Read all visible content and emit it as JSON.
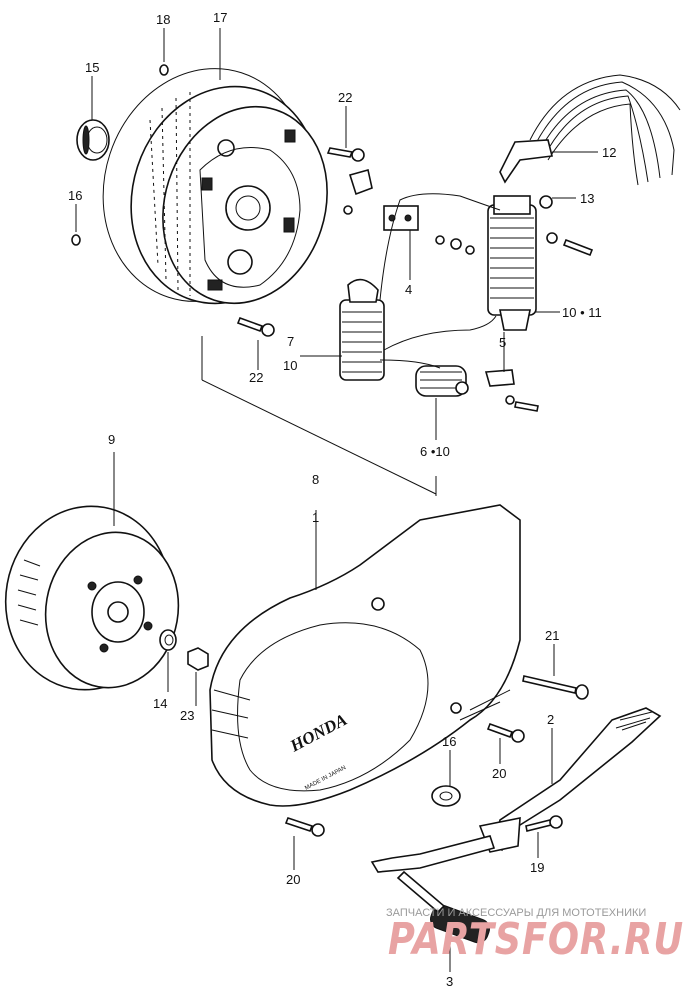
{
  "callouts": {
    "p1": "1",
    "p2": "2",
    "p3": "3",
    "p4": "4",
    "p5": "5",
    "p6": "6 •10",
    "p7": "7",
    "p7b": "10",
    "p8": "8",
    "p9": "9",
    "p10": "10 • 11",
    "p12": "12",
    "p13": "13",
    "p14": "14",
    "p15": "15",
    "p16a": "16",
    "p16b": "16",
    "p17": "17",
    "p18": "18",
    "p19": "19",
    "p20a": "20",
    "p20b": "20",
    "p21": "21",
    "p22a": "22",
    "p22b": "22",
    "p23": "23"
  },
  "cover": {
    "brand": "HONDA",
    "made_in": "MADE IN JAPAN"
  },
  "watermark": {
    "tagline": "ЗАПЧАСТИ И АКСЕССУАРЫ ДЛЯ МОТОТЕХНИКИ",
    "logo": "PARTSFOR.RU"
  },
  "colors": {
    "ink": "#111111",
    "watermark_logo": "#e8a3a3",
    "watermark_text": "#9a9a9a"
  }
}
